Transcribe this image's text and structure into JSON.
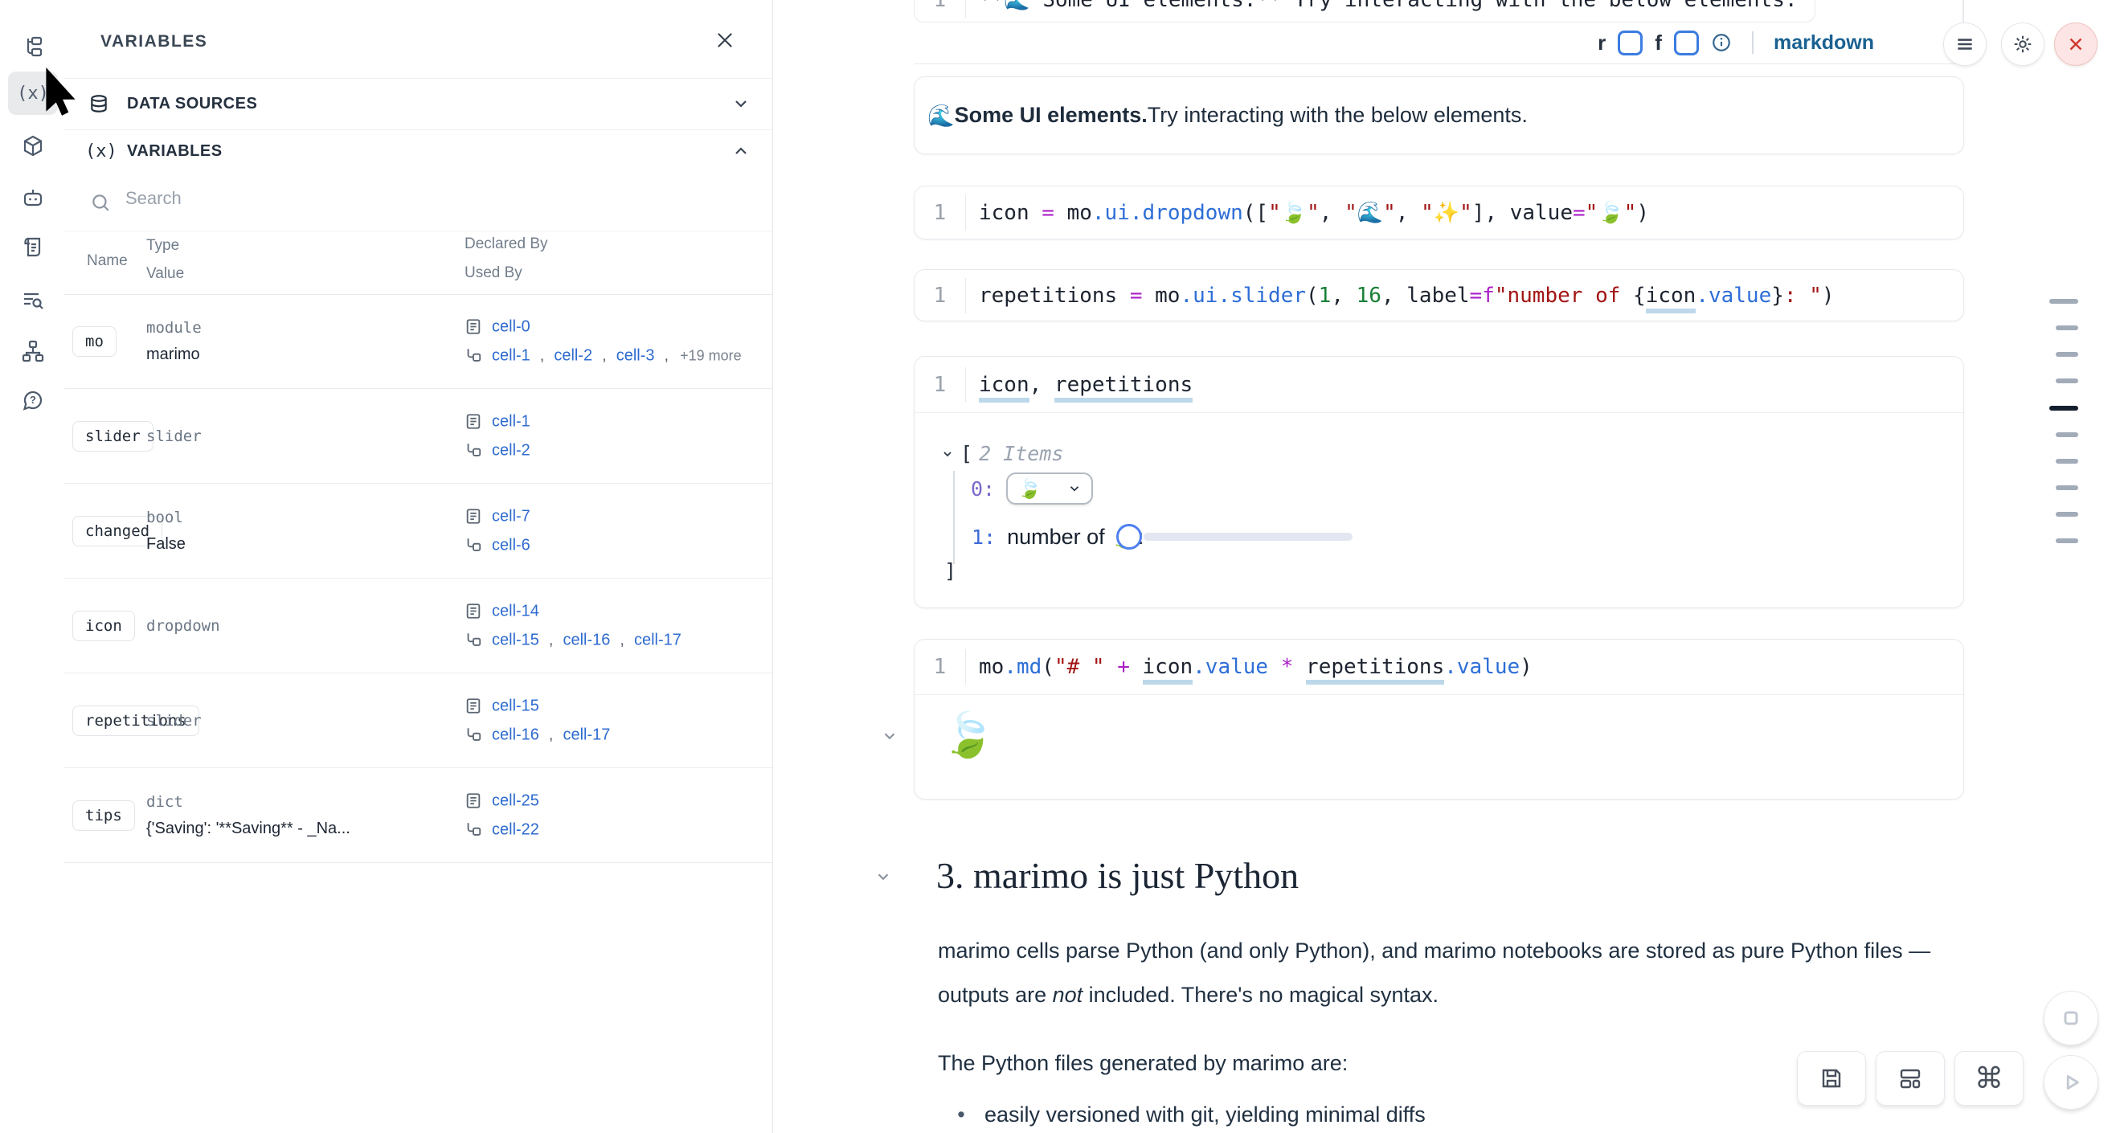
{
  "colors": {
    "link_blue": "#2e6bd0",
    "accent_blue": "#3b7ce0",
    "close_red": "#cf3730",
    "code_function": "#2d6ed7",
    "code_operator": "#aa1ec8",
    "code_string": "#a31515",
    "code_number": "#1a7f37",
    "markdown_label": "#1a6192",
    "minimap_active": "#151e2e"
  },
  "sidebar": {
    "icons": [
      "file-tree",
      "variables",
      "package",
      "bot",
      "scroll",
      "search-list",
      "dependency-graph",
      "help"
    ],
    "active": "variables",
    "variables_glyph": "(x)"
  },
  "panel": {
    "title": "VARIABLES",
    "data_sources_label": "DATA SOURCES",
    "variables_label": "VARIABLES",
    "search": {
      "placeholder": "Search"
    },
    "table": {
      "headers": {
        "name": "Name",
        "type": "Type",
        "value": "Value",
        "declared_by": "Declared By",
        "used_by": "Used By"
      },
      "rows": [
        {
          "name": "mo",
          "type": "module",
          "value": "marimo",
          "declared_by": [
            "cell-0"
          ],
          "used_by": [
            "cell-1",
            "cell-2",
            "cell-3"
          ],
          "used_by_more": "+19 more"
        },
        {
          "name": "slider",
          "type": "slider",
          "declared_by": [
            "cell-1"
          ],
          "used_by": [
            "cell-2"
          ]
        },
        {
          "name": "changed",
          "type": "bool",
          "value": "False",
          "declared_by": [
            "cell-7"
          ],
          "used_by": [
            "cell-6"
          ]
        },
        {
          "name": "icon",
          "type": "dropdown",
          "declared_by": [
            "cell-14"
          ],
          "used_by": [
            "cell-15",
            "cell-16",
            "cell-17"
          ]
        },
        {
          "name": "repetitions",
          "type": "slider",
          "declared_by": [
            "cell-15"
          ],
          "used_by": [
            "cell-16",
            "cell-17"
          ]
        },
        {
          "name": "tips",
          "type": "dict",
          "value": "{'Saving': '**Saving** - _Na...",
          "declared_by": [
            "cell-25"
          ],
          "used_by": [
            "cell-22"
          ]
        }
      ]
    }
  },
  "notebook": {
    "clipped_cell": {
      "line_no": "1",
      "code": "**🌊 Some UI elements.** Try interacting with the below elements."
    },
    "toolbar": {
      "r_label": "r",
      "f_label": "f",
      "language": "markdown"
    },
    "md_cell": {
      "emoji": "🌊 ",
      "bold": "Some UI elements.",
      "text": " Try interacting with the below elements."
    },
    "cells": {
      "dropdown_def": {
        "line_no": "1",
        "tokens": [
          [
            "icon",
            "p"
          ],
          [
            " ",
            "p"
          ],
          [
            "=",
            "o"
          ],
          [
            " ",
            "p"
          ],
          [
            "mo",
            "p"
          ],
          [
            ".ui",
            "fn"
          ],
          [
            ".dropdown",
            "fn"
          ],
          [
            "([",
            "p"
          ],
          [
            "\"🍃\"",
            "s"
          ],
          [
            ", ",
            "p"
          ],
          [
            "\"🌊\"",
            "s"
          ],
          [
            ", ",
            "p"
          ],
          [
            "\"✨\"",
            "s"
          ],
          [
            "], value",
            "p"
          ],
          [
            "=",
            "o"
          ],
          [
            "\"🍃\"",
            "s"
          ],
          [
            ")",
            "p"
          ]
        ]
      },
      "slider_def": {
        "line_no": "1",
        "tokens": [
          [
            "repetitions",
            "p"
          ],
          [
            " ",
            "p"
          ],
          [
            "=",
            "o"
          ],
          [
            " ",
            "p"
          ],
          [
            "mo",
            "p"
          ],
          [
            ".ui",
            "fn"
          ],
          [
            ".slider",
            "fn"
          ],
          [
            "(",
            "p"
          ],
          [
            "1",
            "n"
          ],
          [
            ", ",
            "p"
          ],
          [
            "16",
            "n"
          ],
          [
            ", label",
            "p"
          ],
          [
            "=",
            "o"
          ],
          [
            "f",
            "o"
          ],
          [
            "\"number of ",
            "s"
          ],
          [
            "{",
            "p"
          ],
          [
            "icon",
            "pu"
          ],
          [
            ".value",
            "fn"
          ],
          [
            "}",
            "p"
          ],
          [
            ": \"",
            "s"
          ],
          [
            ")",
            "p"
          ]
        ]
      },
      "tuple": {
        "line_no": "1",
        "tokens": [
          [
            "icon",
            "pu"
          ],
          [
            ", ",
            "p"
          ],
          [
            "repetitions",
            "pu"
          ]
        ]
      },
      "md_call": {
        "line_no": "1",
        "tokens": [
          [
            "mo",
            "p"
          ],
          [
            ".md",
            "fn"
          ],
          [
            "(",
            "p"
          ],
          [
            "\"# \"",
            "s"
          ],
          [
            " ",
            "p"
          ],
          [
            "+",
            "o"
          ],
          [
            " ",
            "p"
          ],
          [
            "icon",
            "pu"
          ],
          [
            ".value",
            "fn"
          ],
          [
            " ",
            "p"
          ],
          [
            "*",
            "o"
          ],
          [
            " ",
            "p"
          ],
          [
            "repetitions",
            "pu"
          ],
          [
            ".value",
            "fn"
          ],
          [
            ")",
            "p"
          ]
        ]
      }
    },
    "tree_output": {
      "open_bracket": "[",
      "count_label": "2 Items",
      "index0": "0:",
      "dropdown_value": "🍃",
      "index1": "1:",
      "slider_label": "number of 🍃: ",
      "close_bracket": "]"
    },
    "leaf_output": "🍃",
    "section": {
      "heading": "3. marimo is just Python",
      "para1_a": "marimo cells parse Python (and only Python), and marimo notebooks are stored as pure Python files — outputs are ",
      "para1_em": "not",
      "para1_b": " included. There's no magical syntax.",
      "para2": "The Python files generated by marimo are:",
      "bullet1": "easily versioned with git, yielding minimal diffs"
    },
    "shortcut_glyph": "⌘"
  },
  "minimap": {
    "dashes": [
      {
        "long": true,
        "active": false
      },
      {
        "long": false,
        "active": false
      },
      {
        "long": false,
        "active": false
      },
      {
        "long": false,
        "active": false
      },
      {
        "long": true,
        "active": true
      },
      {
        "long": false,
        "active": false
      },
      {
        "long": false,
        "active": false
      },
      {
        "long": false,
        "active": false
      },
      {
        "long": false,
        "active": false
      },
      {
        "long": false,
        "active": false
      }
    ]
  }
}
